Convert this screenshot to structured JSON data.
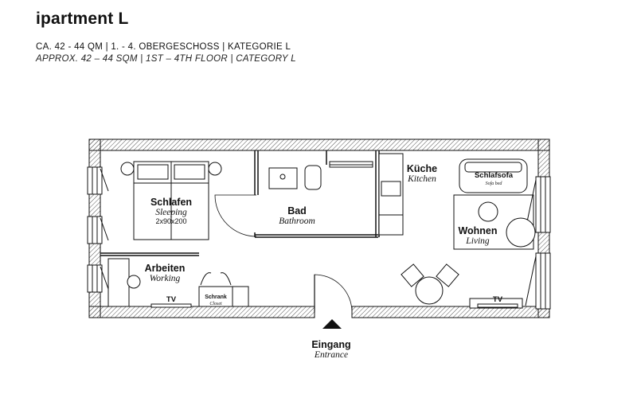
{
  "header": {
    "title": "ipartment L",
    "subtitle_de": "CA. 42 - 44 QM | 1. - 4. OBERGESCHOSS | KATEGORIE L",
    "subtitle_en": "APPROX. 42 – 44 SQM | 1ST – 4TH FLOOR | CATEGORY L"
  },
  "rooms": {
    "sleeping": {
      "de": "Schlafen",
      "en": "Sleeping",
      "bed_size": "2x90x200"
    },
    "bathroom": {
      "de": "Bad",
      "en": "Bathroom"
    },
    "kitchen": {
      "de": "Küche",
      "en": "Kitchen"
    },
    "living": {
      "de": "Wohnen",
      "en": "Living"
    },
    "working": {
      "de": "Arbeiten",
      "en": "Working"
    }
  },
  "furniture": {
    "sofa_bed": {
      "de": "Schlafsofa",
      "en": "Sofa bed"
    },
    "closet": {
      "de": "Schrank",
      "en": "Closet"
    },
    "tv_label": "TV"
  },
  "entrance": {
    "de": "Eingang",
    "en": "Entrance"
  },
  "colors": {
    "wall_hatch": "#555555",
    "line": "#111111",
    "background": "#ffffff"
  }
}
